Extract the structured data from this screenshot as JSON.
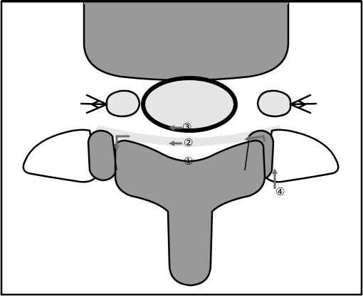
{
  "labels": {
    "one": "①",
    "two": "②",
    "three": "③",
    "four": "④"
  },
  "colors": {
    "bone_gray": "#999999",
    "outline": "#000000",
    "canal_fill": "#e6e6e6",
    "ligament": "#e6e6e6",
    "arrow": "#6e6e6e",
    "background": "#ffffff"
  }
}
